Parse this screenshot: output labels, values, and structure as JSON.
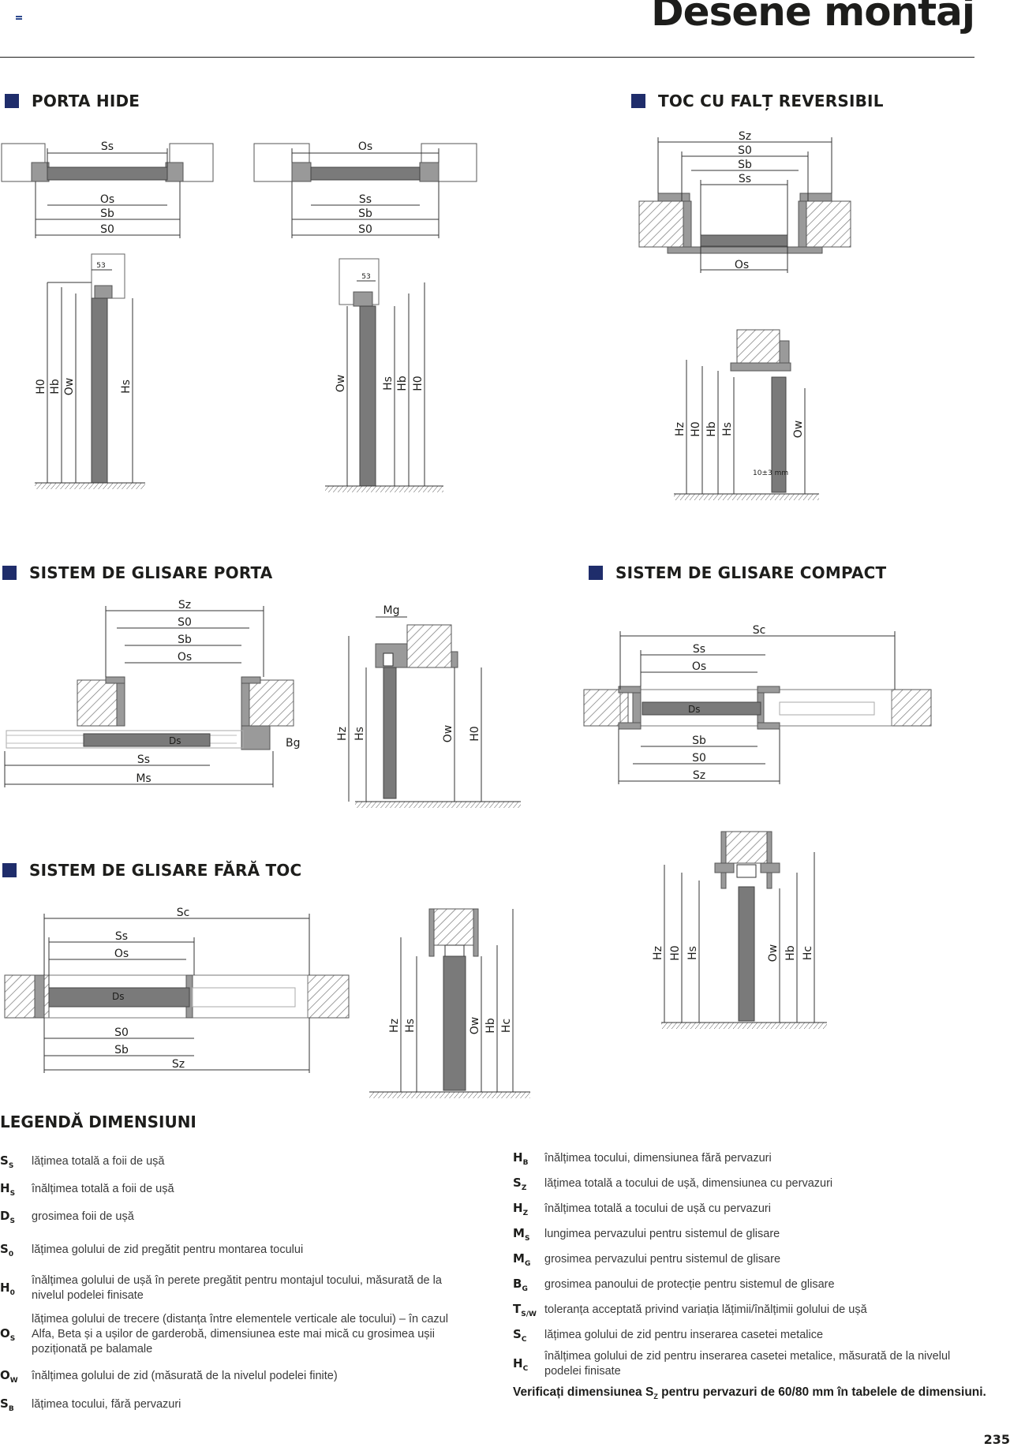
{
  "header": {
    "title": "Desene montaj"
  },
  "sections": [
    {
      "id": "porta-hide",
      "title": "PORTA HIDE"
    },
    {
      "id": "toc-falt",
      "title": "TOC CU FALȚ REVERSIBIL"
    },
    {
      "id": "glisare-porta",
      "title": "SISTEM DE GLISARE PORTA"
    },
    {
      "id": "glisare-compact",
      "title": "SISTEM DE GLISARE COMPACT"
    },
    {
      "id": "glisare-fara-toc",
      "title": "SISTEM DE GLISARE FĂRĂ TOC"
    }
  ],
  "drawings": {
    "d1": {
      "top": [
        "Ss"
      ],
      "bottom": [
        "Os",
        "Sb",
        "S0"
      ]
    },
    "d2": {
      "top": [
        "Os"
      ],
      "bottom": [
        "Ss",
        "Sb",
        "S0"
      ]
    },
    "d3": {
      "top": [
        "Sz",
        "S0",
        "Sb",
        "Ss"
      ],
      "bottom": [
        "Os"
      ]
    },
    "d4": {
      "dim": "53",
      "labels": [
        "H0",
        "Hb",
        "Ow",
        "Hs"
      ]
    },
    "d5": {
      "dim": "53",
      "labels": [
        "Ow",
        "Hs",
        "Hb",
        "H0"
      ]
    },
    "d6": {
      "labels": [
        "Hz",
        "H0",
        "Hb",
        "Hs",
        "Ow"
      ],
      "gap": "10±3 mm"
    },
    "d7": {
      "top": [
        "Sz",
        "S0",
        "Sb",
        "Os"
      ],
      "panel": "Ds",
      "side": "Bg",
      "bottom": [
        "Ss",
        "Ms"
      ]
    },
    "d8": {
      "top": "Mg",
      "labels": [
        "Hz",
        "Hs",
        "Ow",
        "H0"
      ]
    },
    "d9": {
      "top": [
        "Sc",
        "Ss",
        "Os"
      ],
      "panel": "Ds",
      "bottom": [
        "Sb",
        "S0",
        "Sz"
      ]
    },
    "d10": {
      "top": [
        "Sc",
        "Ss",
        "Os"
      ],
      "panel": "Ds",
      "bottom": [
        "S0",
        "Sb",
        "Sz"
      ]
    },
    "d11": {
      "labels": [
        "Hz",
        "Hs",
        "Ow",
        "Hb",
        "Hc"
      ]
    },
    "d12": {
      "labels": [
        "Hz",
        "H0",
        "Hs",
        "Ow",
        "Hb",
        "Hc"
      ]
    }
  },
  "legend": {
    "title": "LEGENDĂ DIMENSIUNI",
    "left": [
      {
        "sym": "S",
        "sub": "S",
        "desc": "lățimea totală a foii de ușă"
      },
      {
        "sym": "H",
        "sub": "S",
        "desc": "înălțimea totală a foii de ușă"
      },
      {
        "sym": "D",
        "sub": "S",
        "desc": "grosimea foii de ușă"
      },
      {
        "sym": "S",
        "sub": "0",
        "desc": "lățimea golului de zid pregătit pentru montarea tocului"
      },
      {
        "sym": "H",
        "sub": "0",
        "desc": "înălțimea golului de ușă în perete pregătit pentru montajul tocului, măsurată de la nivelul podelei finisate"
      },
      {
        "sym": "O",
        "sub": "S",
        "desc": "lățimea golului de trecere (distanța între elementele verticale ale tocului) – în cazul Alfa, Beta și a ușilor de garderobă, dimensiunea este mai mică cu grosimea ușii poziționată pe balamale"
      },
      {
        "sym": "O",
        "sub": "W",
        "desc": "înălțimea golului de zid (măsurată de la nivelul podelei finite)"
      },
      {
        "sym": "S",
        "sub": "B",
        "desc": "lățimea tocului, fără pervazuri"
      }
    ],
    "right": [
      {
        "sym": "H",
        "sub": "B",
        "desc": "înălțimea tocului, dimensiunea fără pervazuri"
      },
      {
        "sym": "S",
        "sub": "Z",
        "desc": "lățimea totală a tocului de ușă, dimensiunea cu pervazuri"
      },
      {
        "sym": "H",
        "sub": "Z",
        "desc": "înălțimea totală a tocului de ușă cu pervazuri"
      },
      {
        "sym": "M",
        "sub": "S",
        "desc": "lungimea pervazului pentru sistemul de glisare"
      },
      {
        "sym": "M",
        "sub": "G",
        "desc": "grosimea pervazului pentru sistemul de glisare"
      },
      {
        "sym": "B",
        "sub": "G",
        "desc": "grosimea panoului de protecție pentru sistemul de glisare"
      },
      {
        "sym": "T",
        "sub": "S/W",
        "desc": "toleranța acceptată privind variația lățimii/înălțimii golului de ușă"
      },
      {
        "sym": "S",
        "sub": "C",
        "desc": "lățimea golului de zid pentru inserarea casetei metalice"
      },
      {
        "sym": "H",
        "sub": "C",
        "desc": "înălțimea golului de zid pentru inserarea casetei metalice, măsurată de la nivelul podelei finisate"
      }
    ],
    "note_pre": "Verificați dimensiunea S",
    "note_sub": "Z",
    "note_post": " pentru pervazuri de 60/80 mm în tabelele de dimensiuni."
  },
  "page_number": "235",
  "colors": {
    "bullet": "#1f2d6b",
    "door": "#6e6e6e",
    "frame": "#8a8a8a",
    "text": "#1d1d1b"
  }
}
